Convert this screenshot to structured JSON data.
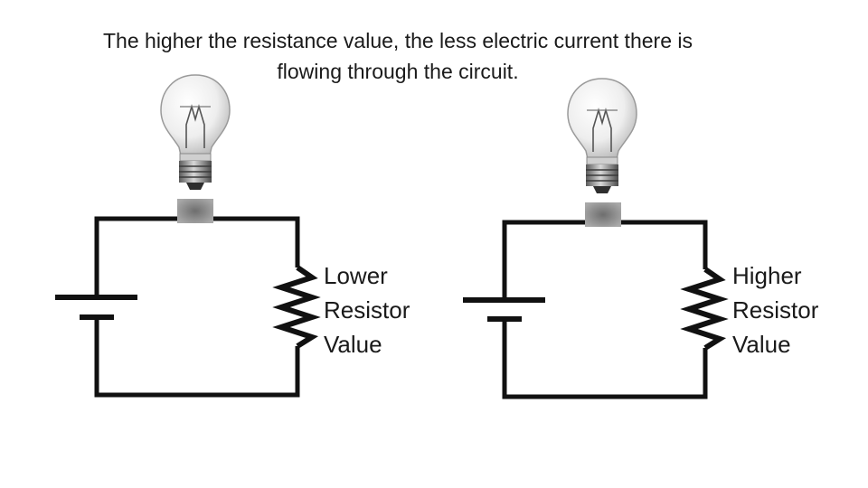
{
  "caption": {
    "line1": "The higher the resistance value, the less electric current there is",
    "line2": "flowing through the circuit."
  },
  "left_circuit": {
    "resistor_label": [
      "Lower",
      "Resistor",
      "Value"
    ]
  },
  "right_circuit": {
    "resistor_label": [
      "Higher",
      "Resistor",
      "Value"
    ]
  },
  "colors": {
    "wire": "#111111",
    "bulb_glass": "#e6e6e6",
    "bulb_base": "#8a8a8a",
    "socket": "#8c8c8c"
  }
}
